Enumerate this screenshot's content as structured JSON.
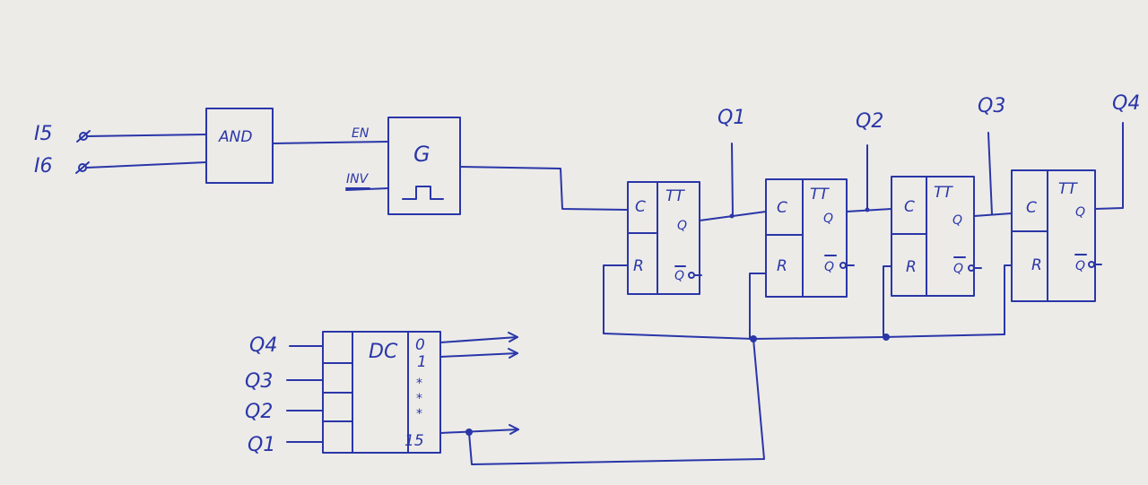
{
  "inputs": {
    "i5": "I5",
    "i6": "I6"
  },
  "and_gate": {
    "label": "AND"
  },
  "generator": {
    "en": "EN",
    "inv": "INV",
    "symbol": "G"
  },
  "flipflops": [
    {
      "c": "C",
      "type": "TT",
      "r": "R",
      "q": "Q",
      "qbar": "Q",
      "out": "Q1"
    },
    {
      "c": "C",
      "type": "TT",
      "r": "R",
      "q": "Q",
      "qbar": "Q",
      "out": "Q2"
    },
    {
      "c": "C",
      "type": "TT",
      "r": "R",
      "q": "Q",
      "qbar": "Q",
      "out": "Q3"
    },
    {
      "c": "C",
      "type": "TT",
      "r": "R",
      "q": "Q",
      "qbar": "Q",
      "out": "Q4"
    }
  ],
  "decoder": {
    "label": "DC",
    "inputs": [
      "Q4",
      "Q3",
      "Q2",
      "Q1"
    ],
    "outputs": [
      "0",
      "1",
      "*",
      "*",
      "*",
      "15"
    ]
  }
}
